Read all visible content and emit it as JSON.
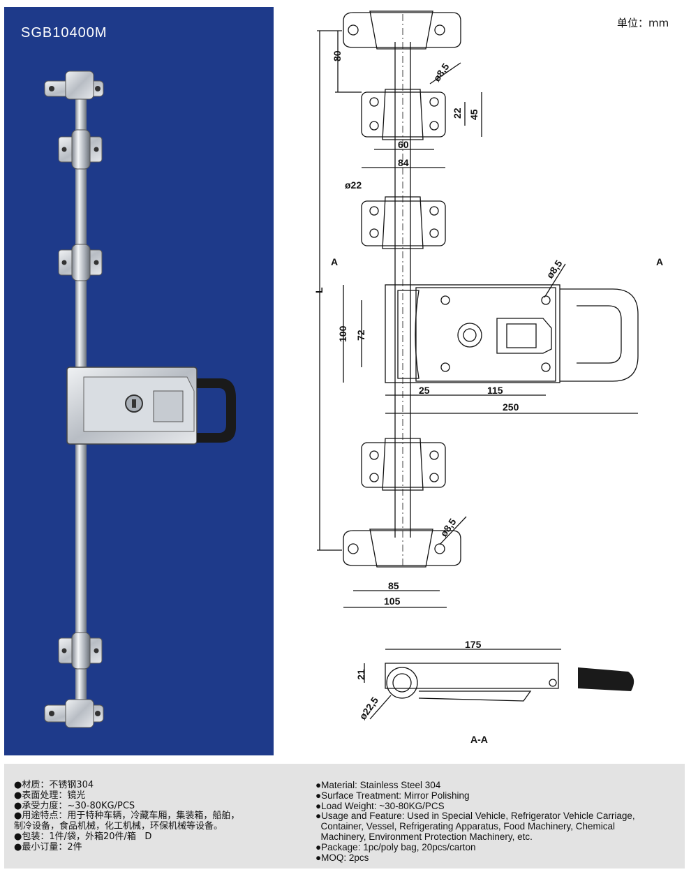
{
  "product": {
    "model_code": "SGB10400M",
    "unit_label": "单位：mm"
  },
  "drawing": {
    "dims": {
      "d80": "80",
      "d8_5_top": "ø8,5",
      "d22": "22",
      "d45": "45",
      "d60": "60",
      "d84": "84",
      "d22_rod": "ø22",
      "L": "L",
      "section_left": "A",
      "section_right": "A",
      "d8_5_mid": "ø8,5",
      "d100": "100",
      "d72": "72",
      "d25": "25",
      "d115": "115",
      "d250": "250",
      "d8_5_bottom": "ø8,5",
      "d85": "85",
      "d105": "105",
      "d175": "175",
      "d21": "21",
      "d22_5": "ø22,5",
      "section_label": "A-A"
    }
  },
  "specs": {
    "cn": [
      "●材质：不锈钢304",
      "●表面处理：镜光",
      "●承受力度：~30-80KG/PCS",
      "●用途特点：用于特种车辆，冷藏车厢，集装箱，船舶，",
      "制冷设备，食品机械，化工机械，环保机械等设备。",
      "●包装：1件/袋，外箱20件/箱   D",
      "●最小订量：2件"
    ],
    "en": [
      "●Material: Stainless Steel 304",
      "●Surface Treatment: Mirror Polishing",
      "●Load Weight: ~30-80KG/PCS",
      "●Usage and Feature: Used in Special Vehicle, Refrigerator Vehicle Carriage,",
      "  Container, Vessel, Refrigerating Apparatus, Food Machinery, Chemical",
      "  Machinery, Environment Protection Machinery, etc.",
      "●Package: 1pc/poly bag, 20pcs/carton",
      "●MOQ: 2pcs"
    ]
  },
  "colors": {
    "panel_blue": "#1e3a8a",
    "spec_bg": "#e3e3e3",
    "steel": "#c8ccd2",
    "handle_black": "#1a1a1a"
  },
  "icons": [
    "bullet-icon"
  ]
}
